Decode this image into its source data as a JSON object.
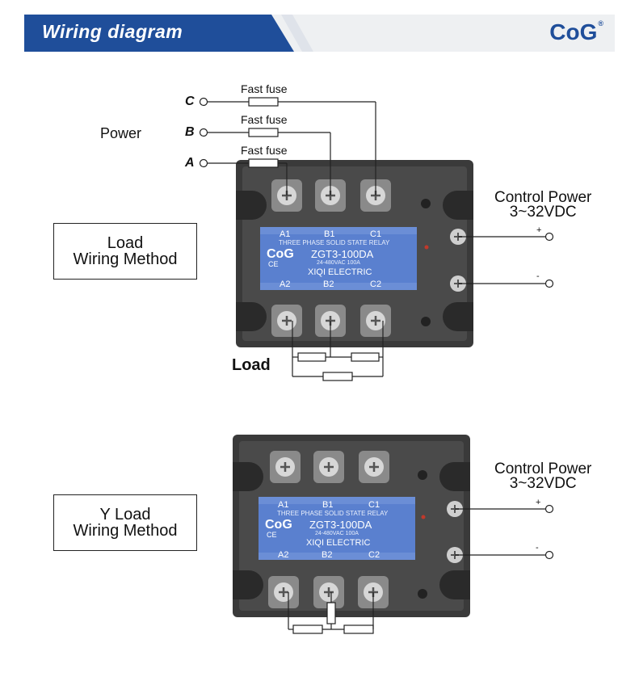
{
  "header": {
    "title": "Wiring diagram",
    "brand": "CoG",
    "registered": "®",
    "band_color": "#1f4e9a"
  },
  "top_diagram": {
    "phases": {
      "c": "C",
      "b": "B",
      "a": "A"
    },
    "power_label": "Power",
    "fuse_label": "Fast fuse",
    "method_box": {
      "line1": "Load",
      "line2": "Wiring Method"
    },
    "control_power": {
      "line1": "Control Power",
      "line2": "3~32VDC"
    },
    "plus": "+",
    "minus": "-",
    "load_label": "Load"
  },
  "bottom_diagram": {
    "method_box": {
      "line1": "Y Load",
      "line2": "Wiring Method"
    },
    "control_power": {
      "line1": "Control Power",
      "line2": "3~32VDC"
    },
    "plus": "+",
    "minus": "-"
  },
  "relay": {
    "top_terminals": [
      "A1",
      "B1",
      "C1"
    ],
    "bottom_terminals": [
      "A2",
      "B2",
      "C2"
    ],
    "subtitle": "THREE PHASE SOLID STATE RELAY",
    "model": "ZGT3-100DA",
    "rating": "24-480VAC 100A",
    "maker": "XIQI  ELECTRIC",
    "logo": "CoG",
    "ce": "CE"
  }
}
